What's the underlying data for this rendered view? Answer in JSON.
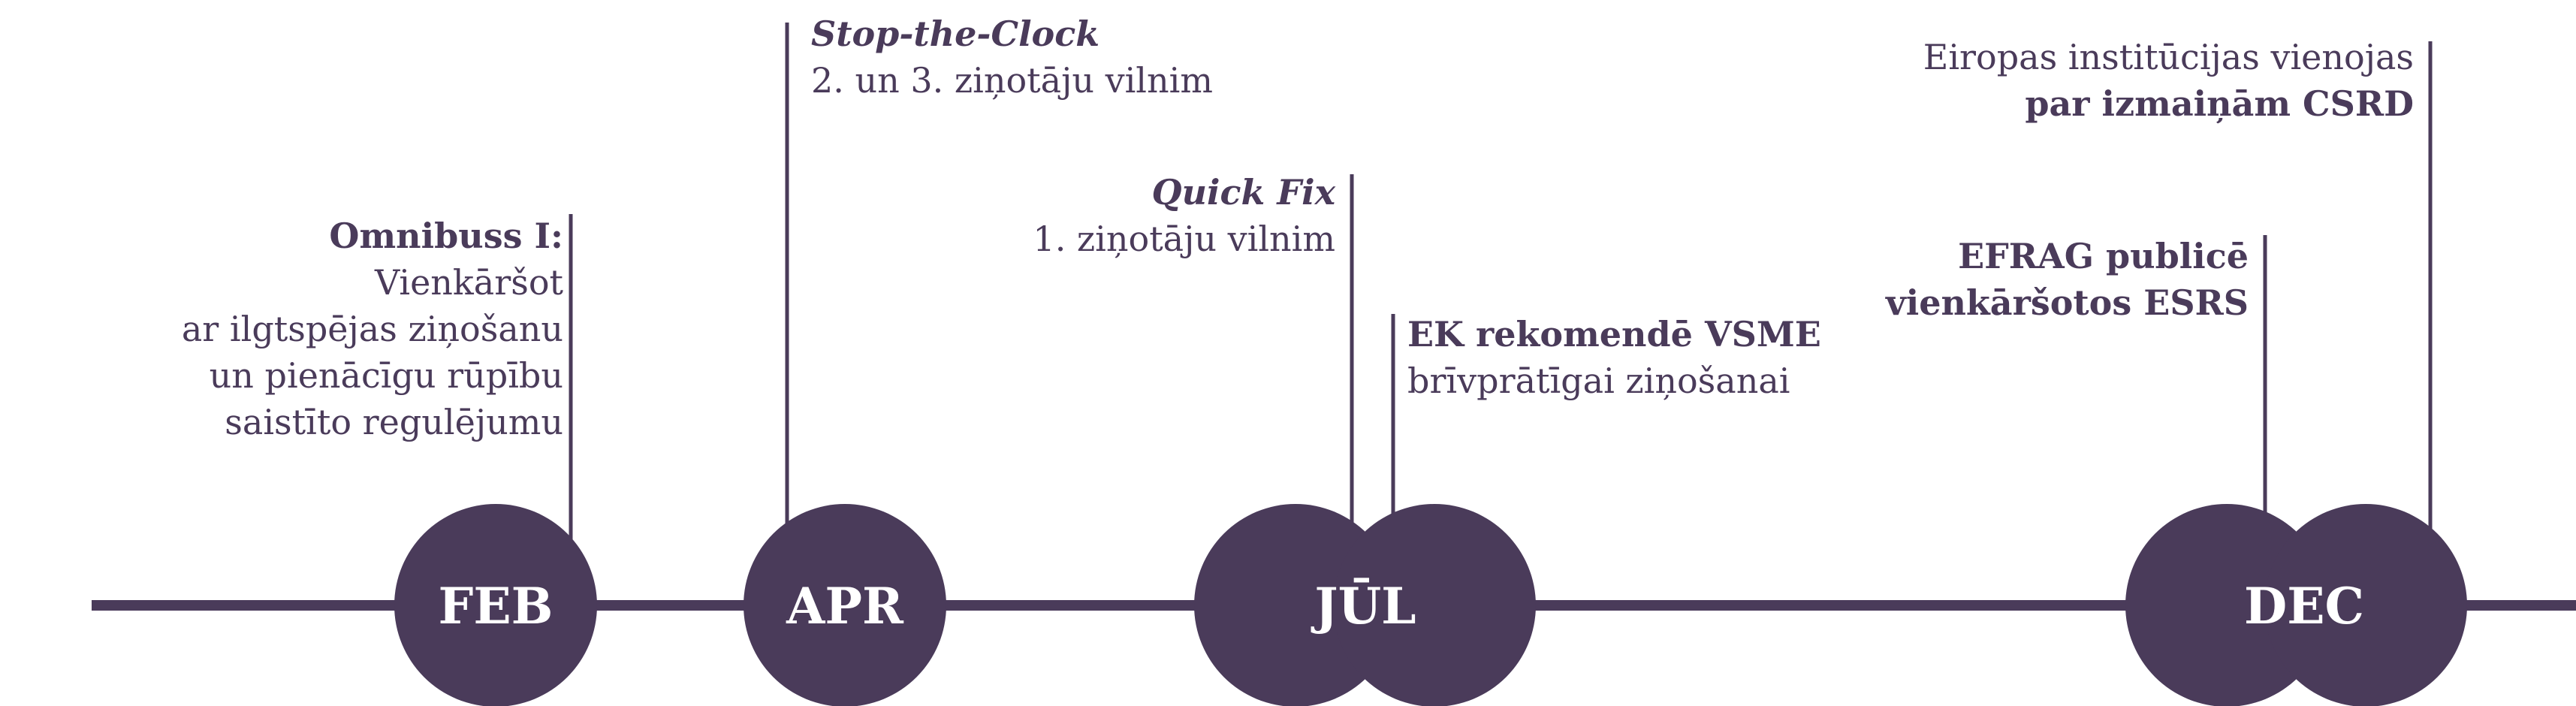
{
  "colors": {
    "accent": "#4a3b5a",
    "circle_text": "#ffffff",
    "background": "#ffffff"
  },
  "months": {
    "feb": "FEB",
    "apr": "APR",
    "jul": "JŪL",
    "dec": "DEC"
  },
  "events": {
    "omnibus": {
      "title": "Omnibuss I:",
      "lines": [
        "Vienkāršot",
        "ar ilgtspējas ziņošanu",
        "un pienācīgu rūpību",
        "saistīto regulējumu"
      ]
    },
    "stop_clock": {
      "title": "Stop-the-Clock",
      "line1": "2. un 3. ziņotāju vilnim"
    },
    "quick_fix": {
      "title": "Quick Fix",
      "line1": "1. ziņotāju vilnim"
    },
    "vsme": {
      "title": "EK rekomendē VSME",
      "line1": "brīvprātīgai ziņošanai"
    },
    "efrag": {
      "line1": "EFRAG publicē",
      "line2": "vienkāršotos ESRS"
    },
    "institutions": {
      "line1": "Eiropas institūcijas vienojas",
      "line2": "par izmaiņām CSRD"
    }
  }
}
